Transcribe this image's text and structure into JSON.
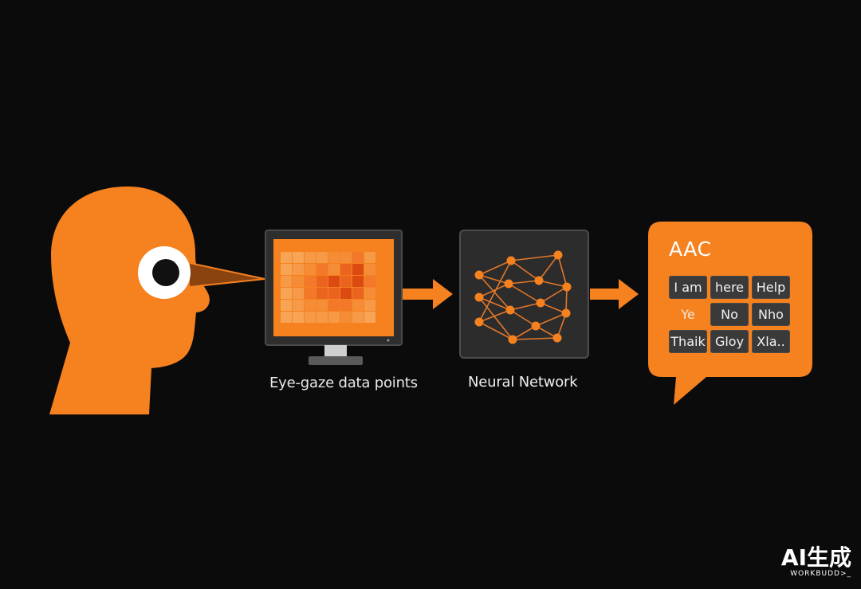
{
  "colors": {
    "background": "#0b0b0b",
    "accent": "#f5811f",
    "panel": "#2c2c2c",
    "heat_dark": "#dc4a12"
  },
  "labels": {
    "eye_gaze": "Eye-gaze data points",
    "neural_network": "Neural Network"
  },
  "aac": {
    "title": "AAC",
    "keys": [
      {
        "text": "I am",
        "style": "key"
      },
      {
        "text": "here",
        "style": "key"
      },
      {
        "text": "Help",
        "style": "key"
      },
      {
        "text": "Ye",
        "style": "bare"
      },
      {
        "text": "No",
        "style": "key"
      },
      {
        "text": "Nho",
        "style": "key"
      },
      {
        "text": "Thaik",
        "style": "key"
      },
      {
        "text": "Gloy",
        "style": "key"
      },
      {
        "text": "Xla..",
        "style": "key"
      }
    ]
  },
  "watermark": {
    "main": "AI生成",
    "sub": "WORKBUDD>_"
  }
}
